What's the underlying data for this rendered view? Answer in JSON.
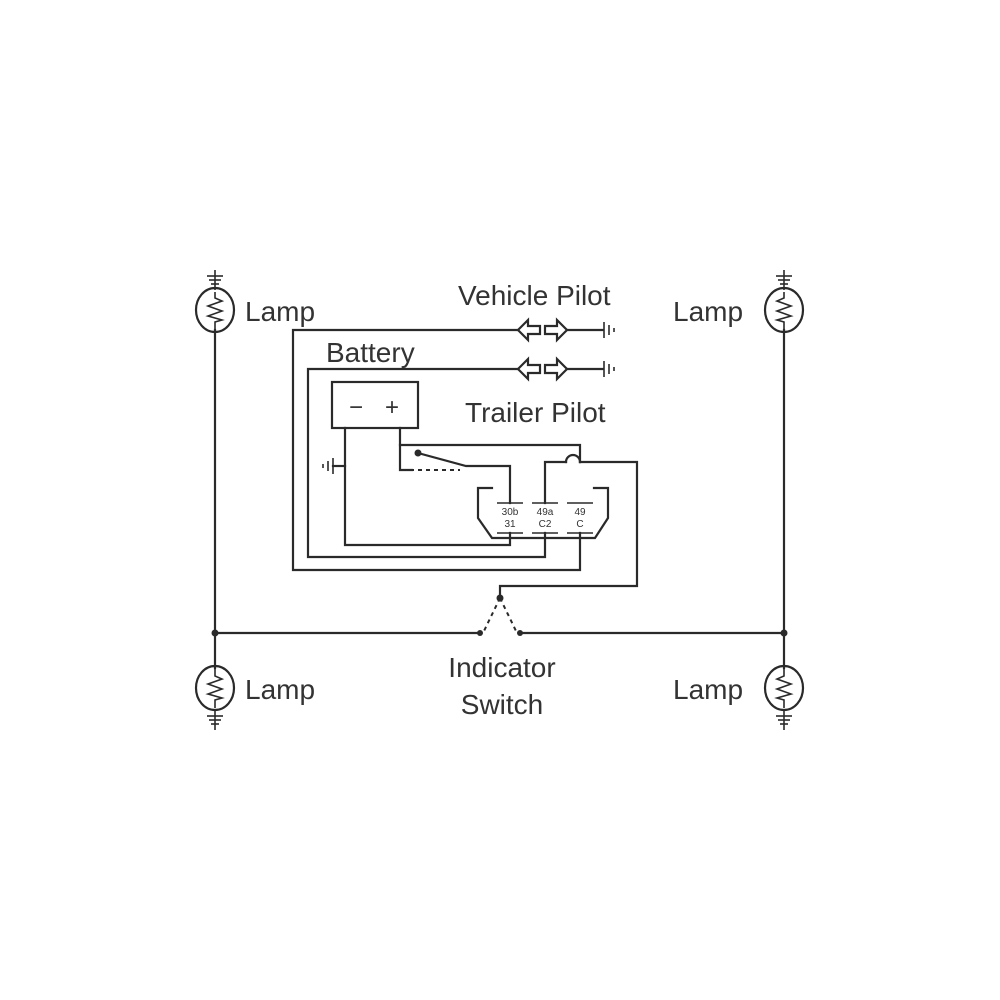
{
  "labels": {
    "lamp_top_left": "Lamp",
    "lamp_top_right": "Lamp",
    "lamp_bottom_left": "Lamp",
    "lamp_bottom_right": "Lamp",
    "vehicle_pilot": "Vehicle Pilot",
    "trailer_pilot": "Trailer Pilot",
    "battery": "Battery",
    "battery_minus": "−",
    "battery_plus": "+",
    "indicator_switch_line1": "Indicator",
    "indicator_switch_line2": "Switch"
  },
  "flasher_unit": {
    "pins": [
      {
        "top": "30b",
        "bottom": "31"
      },
      {
        "top": "49a",
        "bottom": "C2"
      },
      {
        "top": "49",
        "bottom": "C"
      }
    ]
  },
  "colors": {
    "line": "#2a2a2a",
    "text": "#333333",
    "background": "#ffffff"
  }
}
